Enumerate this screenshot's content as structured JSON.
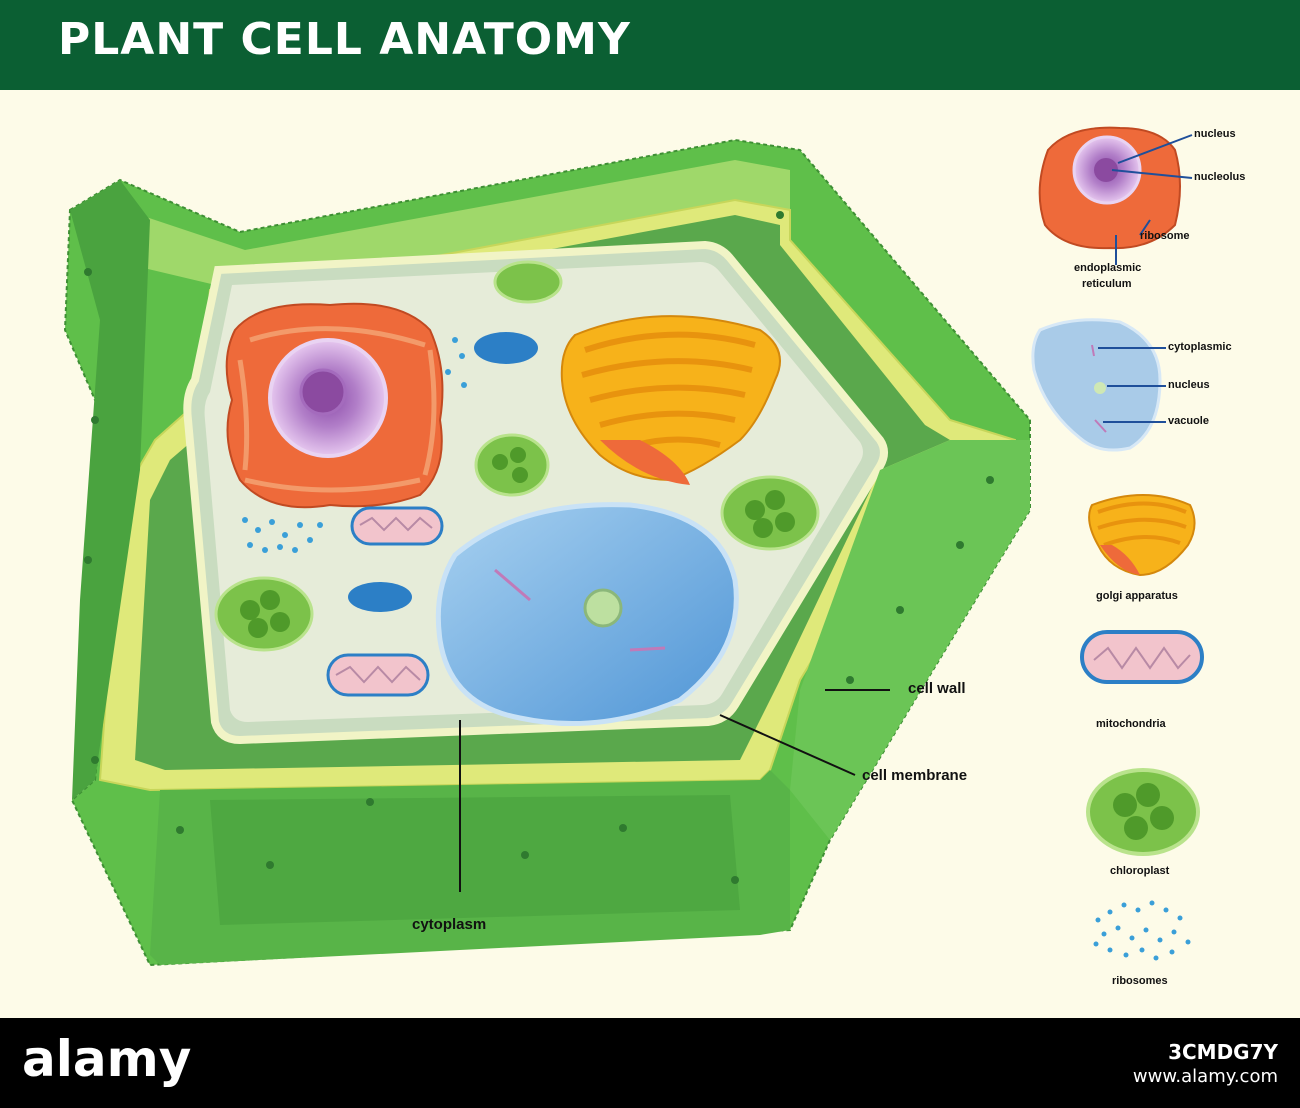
{
  "title": "PLANT CELL ANATOMY",
  "colors": {
    "header_bg": "#0b5f33",
    "background": "#fdfbe8",
    "cell_wall": "#5fbf4a",
    "cell_wall_rim": "#e8f08a",
    "cytoplasm": "#e4ebd4",
    "vacuole": "#7fb7e8",
    "golgi": "#f7b21a",
    "nucleus_er": "#ee6a3a",
    "nucleus": "#b77bc9",
    "chloroplast": "#7cc24a",
    "mitochondria": "#f2c4cc",
    "ribosome": "#3a9fd8"
  },
  "labels": {
    "cell_wall": "cell wall",
    "cell_membrane": "cell membrane",
    "cytoplasm": "cytoplasm"
  },
  "legend": {
    "nucleus_group": {
      "icon": "nucleus-with-er-icon",
      "nucleus": "nucleus",
      "nucleolus": "nucleolus",
      "ribosome": "ribosome",
      "er_line1": "endoplasmic",
      "er_line2": "reticulum"
    },
    "vacuole_group": {
      "icon": "vacuole-icon",
      "cytoplasmic": "cytoplasmic",
      "nucleus": "nucleus",
      "vacuole": "vacuole"
    },
    "golgi": {
      "icon": "golgi-icon",
      "label": "golgi apparatus"
    },
    "mitochondria": {
      "icon": "mitochondria-icon",
      "label": "mitochondria"
    },
    "chloroplast": {
      "icon": "chloroplast-icon",
      "label": "chloroplast"
    },
    "ribosomes": {
      "icon": "ribosomes-icon",
      "label": "ribosomes"
    }
  },
  "footer": {
    "logo": "alamy",
    "image_id": "3CMDG7Y",
    "site": "www.alamy.com"
  }
}
